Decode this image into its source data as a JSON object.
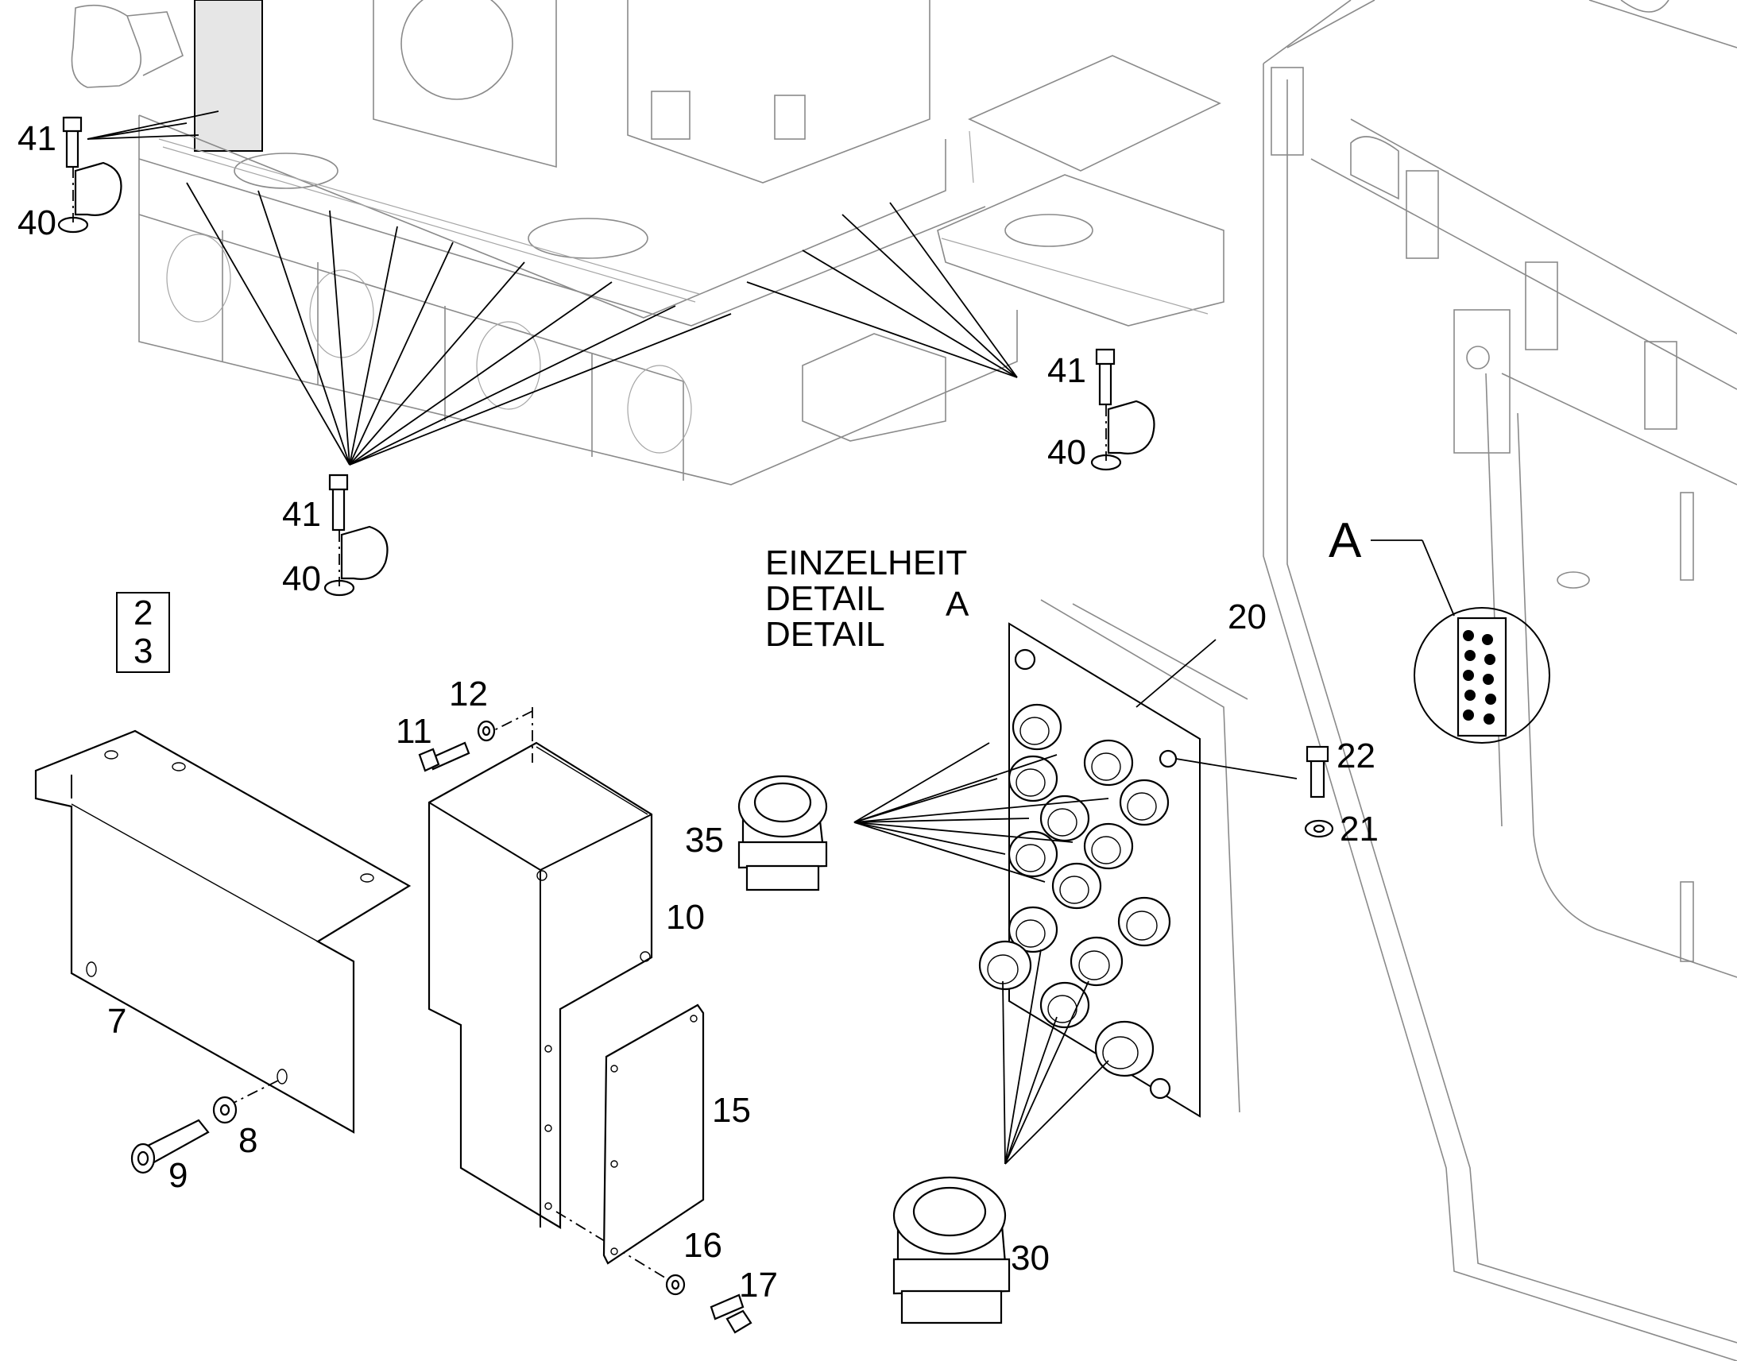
{
  "detail_heading": {
    "line1": "EINZELHEIT",
    "line2": "DETAIL",
    "line3": "DETAIL"
  },
  "detail_marker": "A",
  "detail_marker_frame": "A",
  "sheet_box": {
    "top": "2",
    "bottom": "3"
  },
  "callouts": {
    "p41_a": "41",
    "p40_a": "40",
    "p41_b": "41",
    "p40_b": "40",
    "p41_c": "41",
    "p40_c": "40",
    "p7": "7",
    "p8": "8",
    "p9": "9",
    "p10": "10",
    "p11": "11",
    "p12": "12",
    "p15": "15",
    "p16": "16",
    "p17": "17",
    "p20": "20",
    "p21": "21",
    "p22": "22",
    "p30": "30",
    "p35": "35"
  },
  "colors": {
    "ink": "#000000",
    "background": "#ffffff",
    "frame_grey": "#8a8a8a"
  }
}
